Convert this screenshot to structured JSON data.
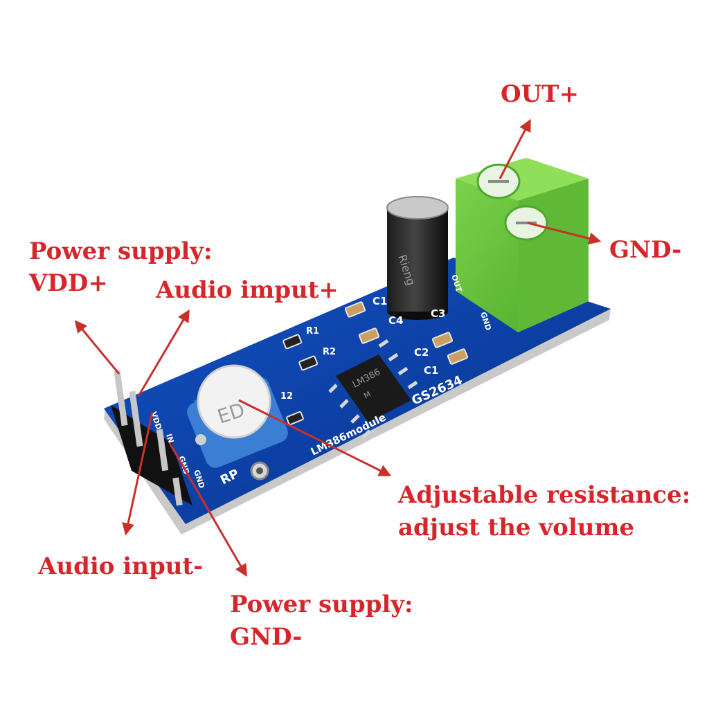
{
  "colors": {
    "label": "#d7262b",
    "arrow": "#c8302a",
    "pcb": "#0a3fa0",
    "terminal": "#63c23a",
    "trimmer": "#2d6fc8"
  },
  "labels": {
    "out_plus": "OUT+",
    "gnd_minus_out": "GND-",
    "power_vdd_line1": "Power supply:",
    "power_vdd_line2": "VDD+",
    "audio_input_plus": "Audio imput+",
    "adjustable_line1": "Adjustable resistance:",
    "adjustable_line2": "adjust the volume",
    "audio_input_minus": "Audio input-",
    "power_gnd_line1": "Power supply:",
    "power_gnd_line2": "GND-"
  },
  "silkscreen": {
    "c1_top": "C1",
    "c3": "C3",
    "c4": "C4",
    "r1": "R1",
    "r2": "R2",
    "c2": "C2",
    "c1_bottom": "C1",
    "r_small": "12",
    "board_id": "GS2634",
    "module_name": "LM386module",
    "rp": "RP",
    "gnd_pin_a": "GND",
    "gnd_pin_b": "GND",
    "in_pin": "IN",
    "vdd_pin": "VDD",
    "gnd_term": "GND",
    "out_term": "OUT"
  },
  "components": {
    "chip_marking_1": "LM386",
    "chip_marking_2": "M",
    "trimmer_marking": "ED",
    "capacitor_brand": "Rieng"
  }
}
